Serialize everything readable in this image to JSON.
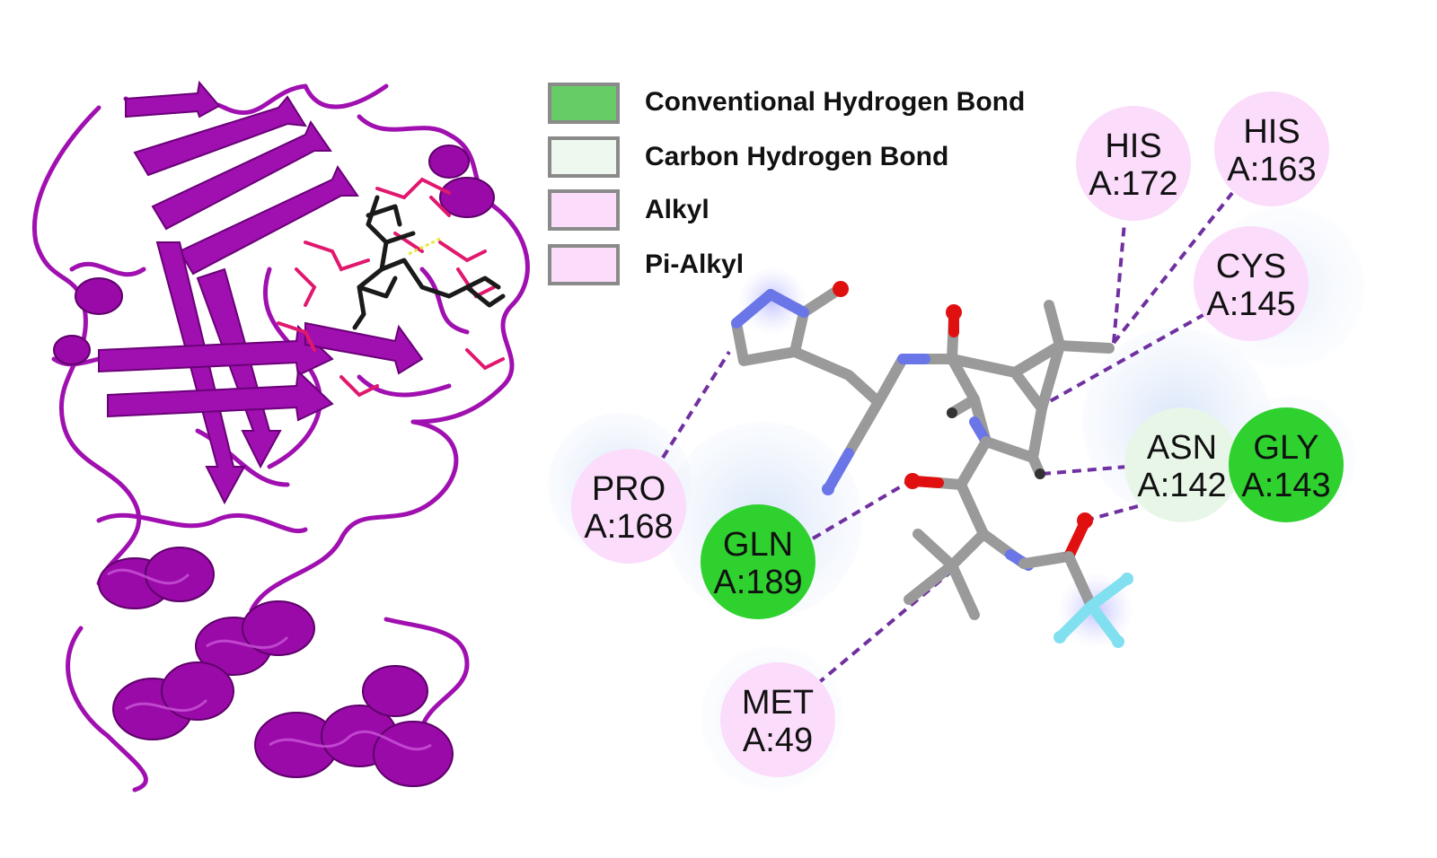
{
  "legend": [
    {
      "label": "Conventional Hydrogen Bond",
      "color": "#66cc66"
    },
    {
      "label": "Carbon Hydrogen Bond",
      "color": "#eef8ee"
    },
    {
      "label": "Alkyl",
      "color": "#fbdcfb"
    },
    {
      "label": "Pi-Alkyl",
      "color": "#fbdcfb"
    }
  ],
  "residues": [
    {
      "name": "HIS",
      "id": "A:172",
      "type": "Alkyl"
    },
    {
      "name": "HIS",
      "id": "A:163",
      "type": "Alkyl"
    },
    {
      "name": "CYS",
      "id": "A:145",
      "type": "Alkyl"
    },
    {
      "name": "ASN",
      "id": "A:142",
      "type": "Carbon Hydrogen Bond"
    },
    {
      "name": "GLY",
      "id": "A:143",
      "type": "Conventional Hydrogen Bond"
    },
    {
      "name": "PRO",
      "id": "A:168",
      "type": "Pi-Alkyl"
    },
    {
      "name": "GLN",
      "id": "A:189",
      "type": "Conventional Hydrogen Bond"
    },
    {
      "name": "MET",
      "id": "A:49",
      "type": "Alkyl"
    }
  ],
  "colors": {
    "protein": "#a010b0",
    "protein_dark": "#6a0078",
    "site_residues": "#e0186e",
    "ligand_3d": "#1a1a1a",
    "stick_carbon": "#9a9a9a",
    "stick_nitrogen": "#6a76e8",
    "stick_oxygen": "#e01010",
    "stick_fluorine": "#80e0f0",
    "interaction_line": "#7030a0",
    "halo": "#dde8fa"
  }
}
